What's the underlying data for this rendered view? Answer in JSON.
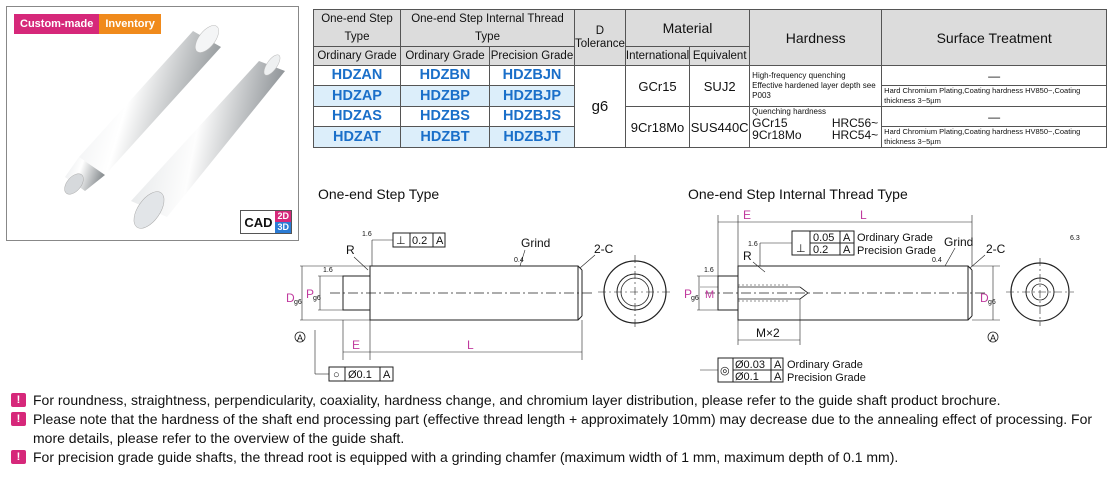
{
  "badges": {
    "custom": "Custom-made",
    "inventory": "Inventory"
  },
  "cad": {
    "label": "CAD",
    "d2": "2D",
    "d3": "3D"
  },
  "table": {
    "h_one_end_step": "One-end Step Type",
    "h_internal_thread": "One-end Step Internal Thread Type",
    "h_d": "D",
    "h_tolerance": "Tolerance",
    "h_material": "Material",
    "h_hardness": "Hardness",
    "h_surface": "Surface Treatment",
    "h_ordinary1": "Ordinary Grade",
    "h_ordinary2": "Ordinary Grade",
    "h_precision": "Precision Grade",
    "h_international": "International",
    "h_equivalent": "Equivalent",
    "rows": [
      {
        "a": "HDZAN",
        "b": "HDZBN",
        "c": "HDZBJN"
      },
      {
        "a": "HDZAP",
        "b": "HDZBP",
        "c": "HDZBJP"
      },
      {
        "a": "HDZAS",
        "b": "HDZBS",
        "c": "HDZBJS"
      },
      {
        "a": "HDZAT",
        "b": "HDZBT",
        "c": "HDZBJT"
      }
    ],
    "tolerance": "g6",
    "mat1_int": "GCr15",
    "mat1_eq": "SUJ2",
    "mat2_int": "9Cr18Mo",
    "mat2_eq": "SUS440C",
    "hard1_a": "High-frequency quenching",
    "hard1_b": "Effective hardened layer depth see P003",
    "hard2_a": "Quenching hardness",
    "hard2_b1": "GCr15",
    "hard2_b2": "HRC56~",
    "hard2_c1": "9Cr18Mo",
    "hard2_c2": "HRC54~",
    "surf_dash1": "—",
    "surf_chrome1": "Hard Chromium Plating,Coating hardness HV850~,Coating thickness 3~5µm",
    "surf_dash2": "—",
    "surf_chrome2": "Hard Chromium Plating,Coating hardness HV850~,Coating thickness 3~5µm"
  },
  "drawing_left": {
    "title": "One-end Step Type",
    "perp": "⊥",
    "perp_val": "0.2",
    "perp_ref": "A",
    "r": "R",
    "grind": "Grind",
    "chamfer": "2-C",
    "rough1": "1.6",
    "rough2": "0.4",
    "rough3": "1.6",
    "d": "D",
    "d_sub": "g6",
    "p": "P",
    "p_sub": "g6",
    "e": "E",
    "l": "L",
    "datum": "A",
    "circ": "○",
    "circ_val": "Ø0.1",
    "circ_ref": "A"
  },
  "drawing_right": {
    "title": "One-end Step Internal Thread Type",
    "e": "E",
    "l": "L",
    "rough1": "1.6",
    "r": "R",
    "perp": "⊥",
    "perp1": "0.05",
    "perp1_ref": "A",
    "perp2": "0.2",
    "perp2_ref": "A",
    "ordinary": "Ordinary Grade",
    "precision": "Precision Grade",
    "grind": "Grind",
    "chamfer": "2-C",
    "rough2": "0.4",
    "rough3": "1.6",
    "rough4": "6.3",
    "p": "P",
    "p_sub": "g6",
    "m": "M",
    "d": "D",
    "d_sub": "g6",
    "mx2": "M×2",
    "datum": "A",
    "circ": "◎",
    "circ1": "Ø0.03",
    "circ1_ref": "A",
    "circ2": "Ø0.1",
    "circ2_ref": "A",
    "circ_ordinary": "Ordinary Grade",
    "circ_precision": "Precision Grade"
  },
  "notes": [
    "For roundness, straightness, perpendicularity, coaxiality, hardness change, and chromium layer distribution, please refer to the guide shaft product brochure.",
    "Please note that the hardness of the shaft end processing part (effective thread length + approximately 10mm) may decrease due to the annealing effect of processing. For more details, please refer to the overview of the guide shaft.",
    "For precision grade guide shafts, the thread root is equipped with a grinding chamfer (maximum width of 1 mm, maximum depth of 0.1 mm)."
  ]
}
